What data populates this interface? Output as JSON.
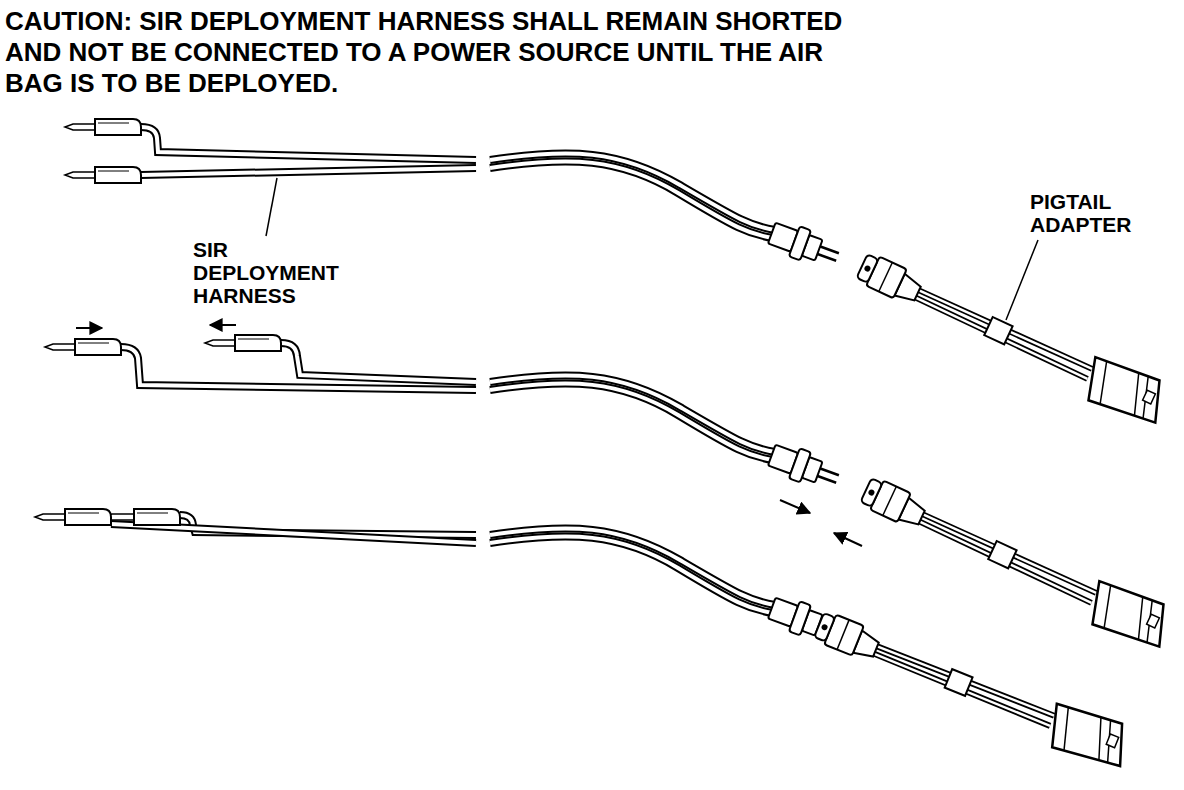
{
  "diagram": {
    "labels": [
      "CAUTION: SIR DEPLOYMENT HARNESS SHALL REMAIN SHORTED AND NOT BE CONNECTED TO A POWER SOURCE UNTIL THE AIR BAG IS TO BE DEPLOYED.",
      "SIR DEPLOYMENT HARNESS",
      "PIGTAIL ADAPTER"
    ]
  }
}
